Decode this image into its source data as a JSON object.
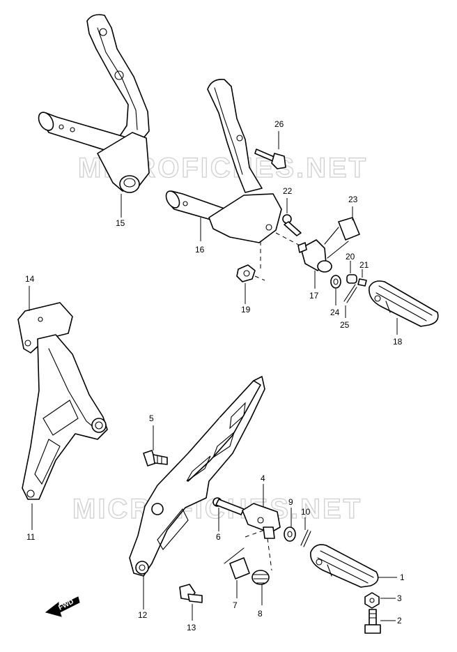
{
  "watermark": "MICROFICHES.NET",
  "fwd_label": "FWD",
  "callouts": {
    "n1": "1",
    "n2": "2",
    "n3": "3",
    "n4": "4",
    "n5": "5",
    "n6": "6",
    "n7": "7",
    "n8": "8",
    "n9": "9",
    "n10": "10",
    "n11": "11",
    "n12": "12",
    "n13": "13",
    "n14": "14",
    "n15": "15",
    "n16": "16",
    "n17": "17",
    "n18": "18",
    "n19": "19",
    "n20": "20",
    "n21": "21",
    "n22": "22",
    "n23": "23",
    "n24": "24",
    "n25": "25",
    "n26": "26"
  },
  "colors": {
    "line": "#000000",
    "watermark": "#cfcfcf",
    "background": "#ffffff"
  }
}
